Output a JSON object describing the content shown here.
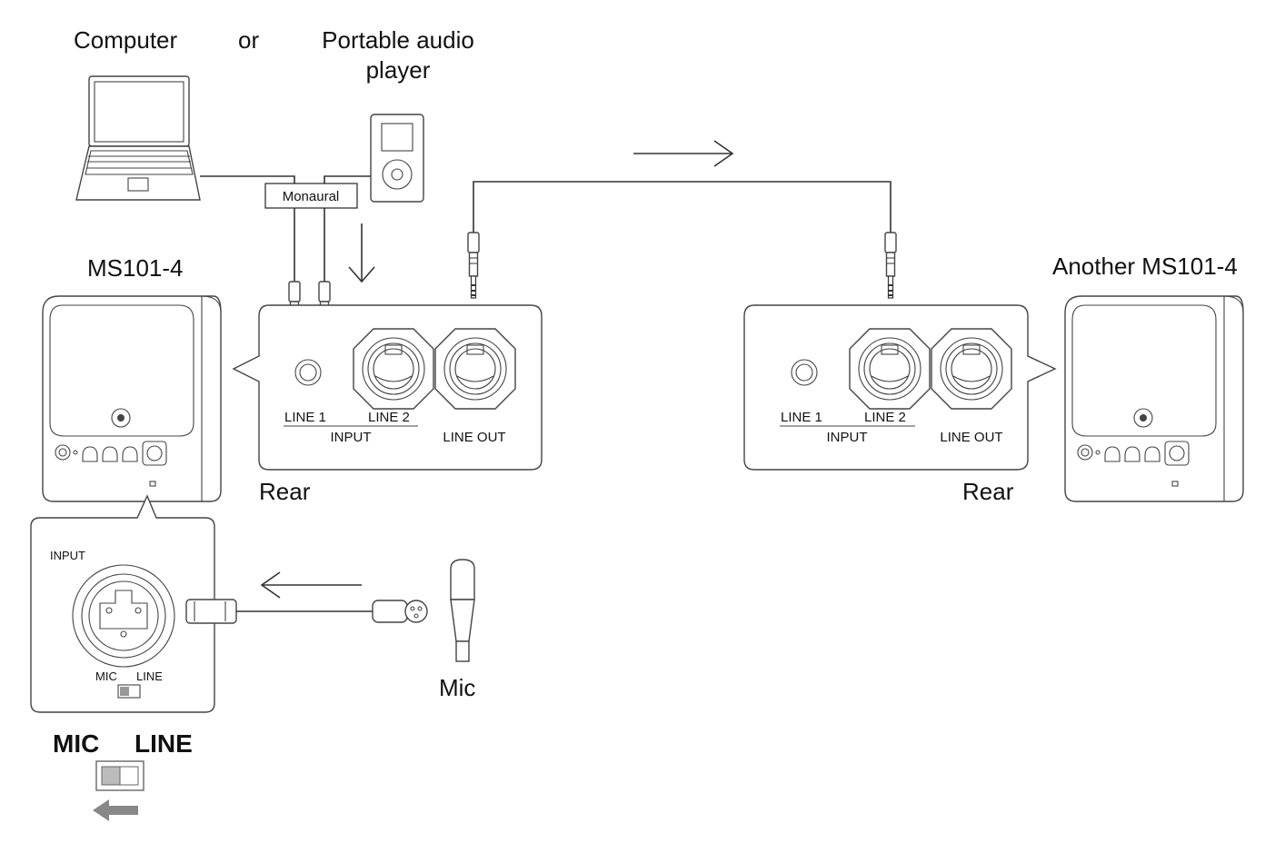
{
  "labels": {
    "computer": "Computer",
    "or": "or",
    "portable_line1": "Portable audio",
    "portable_line2": "player",
    "monaural": "Monaural",
    "ms101": "MS101-4",
    "another": "Another MS101-4",
    "rear_left": "Rear",
    "rear_right": "Rear",
    "line1_left": "LINE 1",
    "line2_left": "LINE 2",
    "input_left": "INPUT",
    "lineout_left": "LINE  OUT",
    "line1_right": "LINE 1",
    "line2_right": "LINE 2",
    "input_right": "INPUT",
    "lineout_right": "LINE  OUT",
    "front_input": "INPUT",
    "front_mic": "MIC",
    "front_line": "LINE",
    "mic": "Mic",
    "switch_mic": "MIC",
    "switch_line": "LINE"
  }
}
